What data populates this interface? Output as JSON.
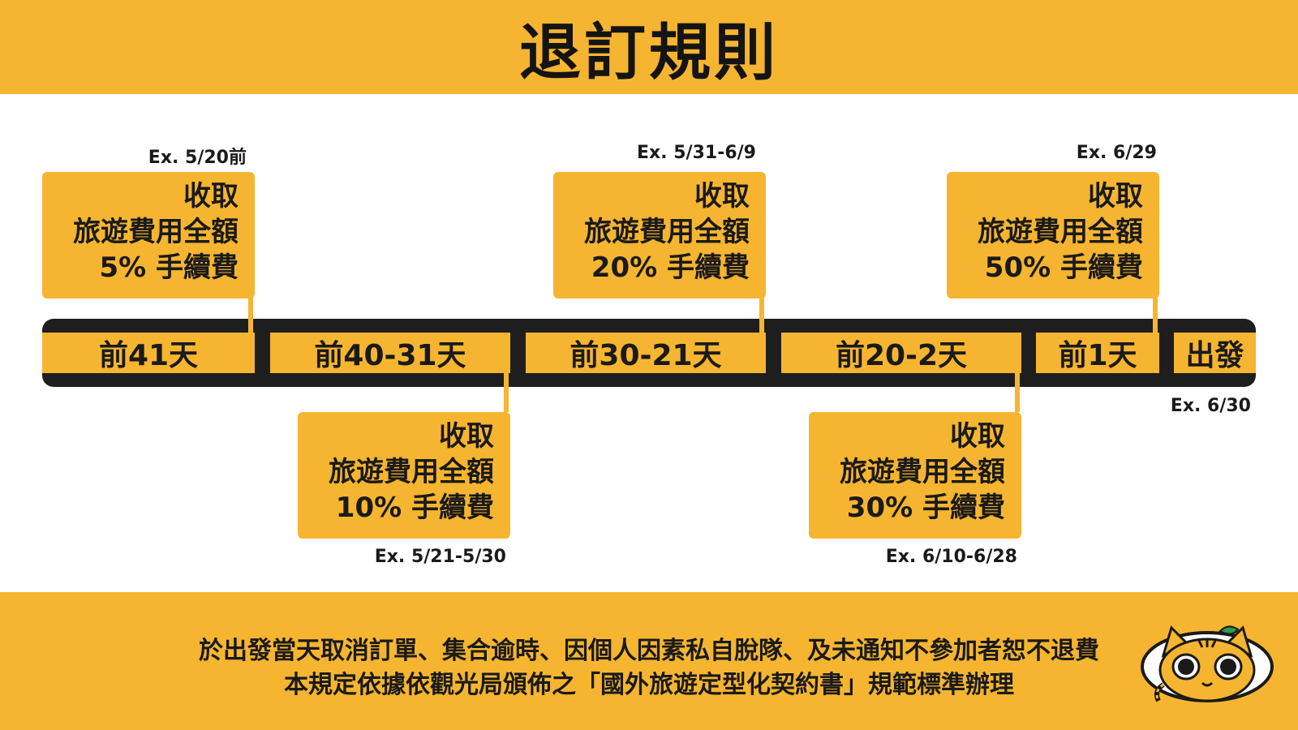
{
  "title": "退訂規則",
  "segments": [
    {
      "label": "前41天"
    },
    {
      "label": "前40-31天"
    },
    {
      "label": "前30-21天"
    },
    {
      "label": "前20-2天"
    },
    {
      "label": "前1天"
    },
    {
      "label": "出發"
    }
  ],
  "cards": [
    {
      "line1": "收取",
      "line2": "旅遊費用全額",
      "line3": "5% 手續費",
      "example": "Ex. 5/20前"
    },
    {
      "line1": "收取",
      "line2": "旅遊費用全額",
      "line3": "10% 手續費",
      "example": "Ex. 5/21-5/30"
    },
    {
      "line1": "收取",
      "line2": "旅遊費用全額",
      "line3": "20% 手續費",
      "example": "Ex. 5/31-6/9"
    },
    {
      "line1": "收取",
      "line2": "旅遊費用全額",
      "line3": "30% 手續費",
      "example": "Ex. 6/10-6/28"
    },
    {
      "line1": "收取",
      "line2": "旅遊費用全額",
      "line3": "50% 手續費",
      "example": "Ex. 6/29"
    }
  ],
  "departure_example": "Ex. 6/30",
  "footer": {
    "line1": "於出發當天取消訂單、集合逾時、因個人因素私自脫隊、及未通知不參加者恕不退費",
    "line2": "本規定依據依觀光局頒佈之「國外旅遊定型化契約書」規範標準辦理"
  },
  "colors": {
    "accent": "#f6b530",
    "dark": "#1e1e1e",
    "background": "#ffffff"
  },
  "icons": {
    "mascot": "tiger-cat-mascot-icon"
  }
}
